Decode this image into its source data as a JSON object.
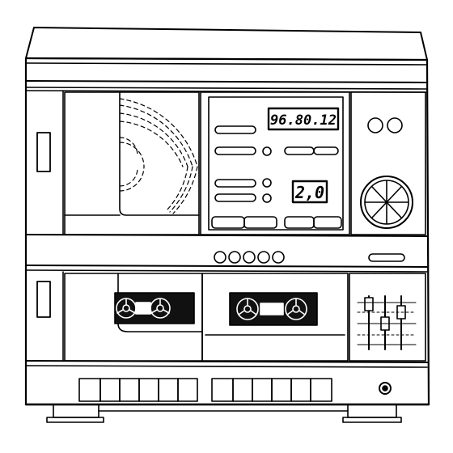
{
  "display": {
    "tuner_frequency": "96.80.12",
    "counter": "2,0"
  },
  "icons": {
    "drawing": "hifi-stereo-system-line-drawing",
    "vu_meter": "vu-meter-icon",
    "cassette_reel": "cassette-reel-icon",
    "headphone_jack": "headphone-jack-icon"
  },
  "colors": {
    "ink": "#000000",
    "paper": "#ffffff",
    "display_bg": "#ffffff",
    "cassette_window": "#111111"
  }
}
